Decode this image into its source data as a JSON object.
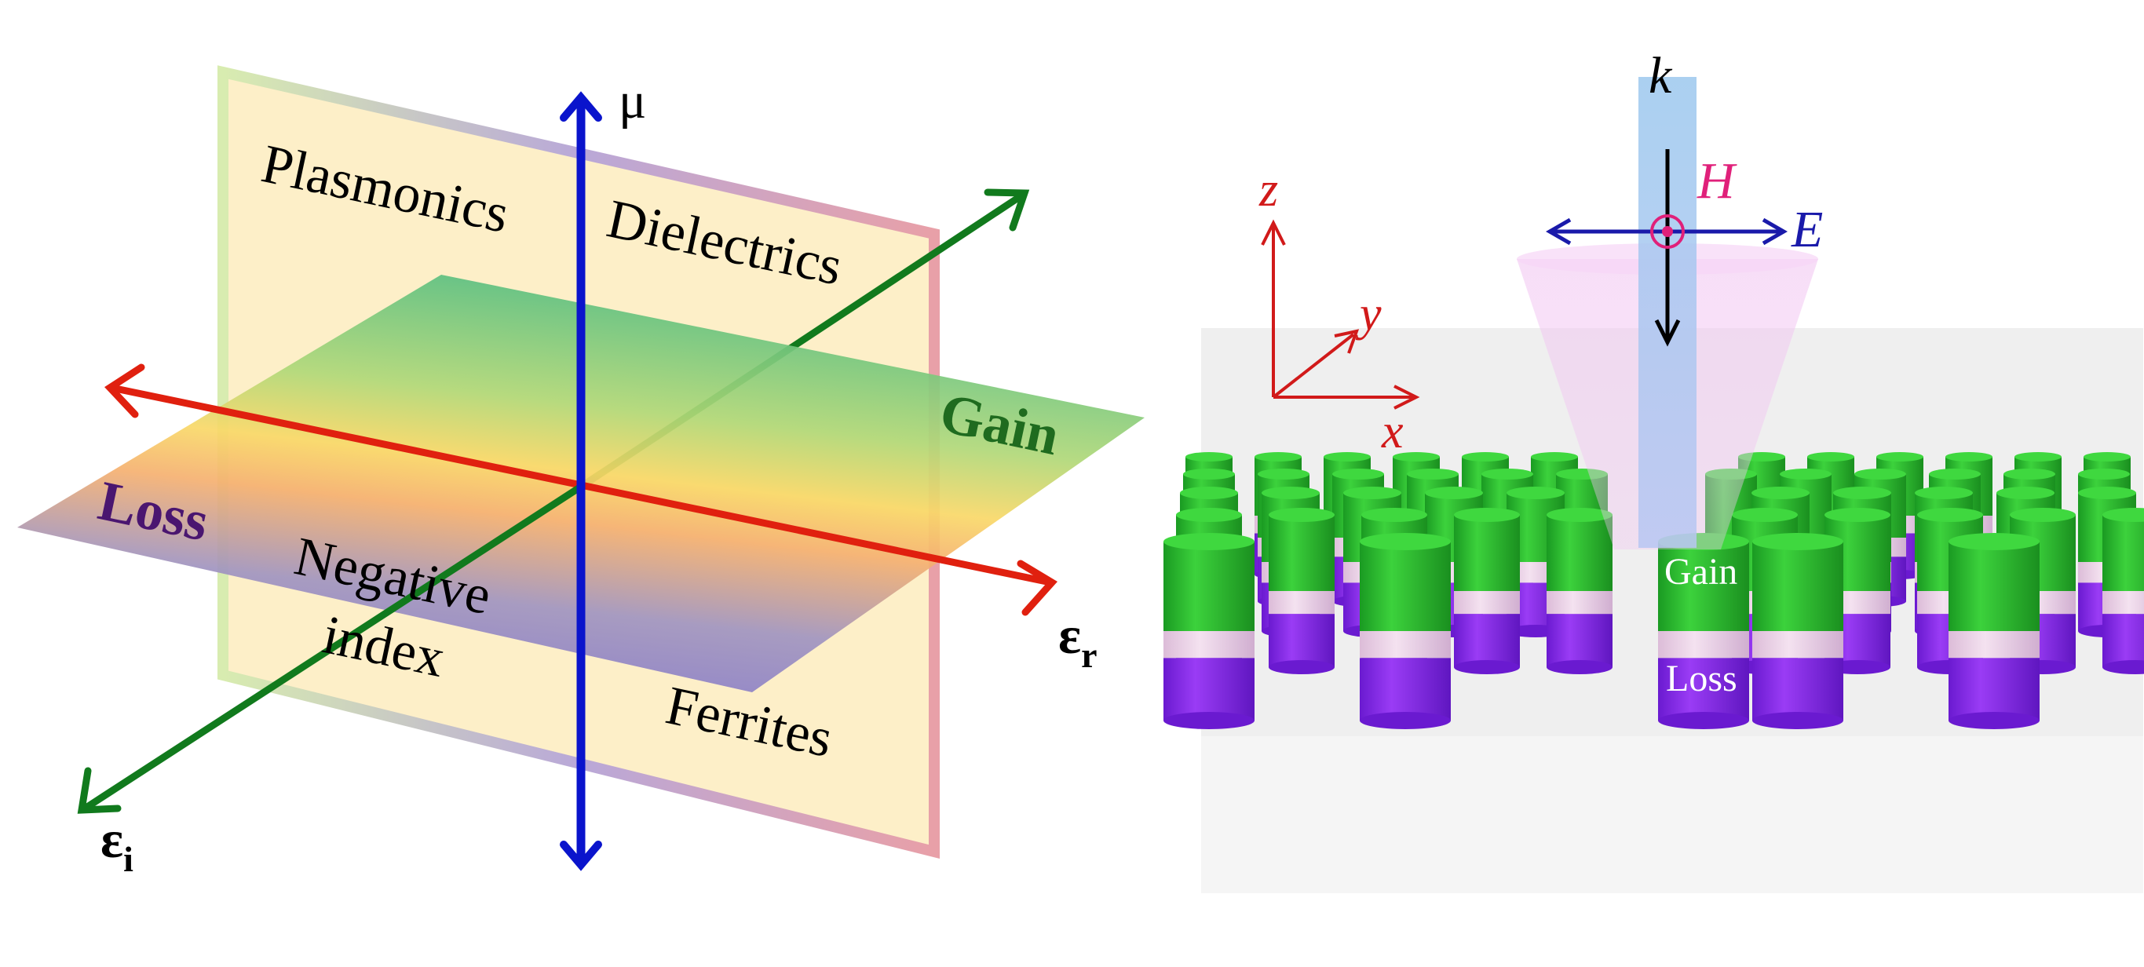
{
  "left_diagram": {
    "axes": {
      "mu": "μ",
      "epsilon_r": "ε",
      "epsilon_r_sub": "r",
      "epsilon_i": "ε",
      "epsilon_i_sub": "i"
    },
    "regions": {
      "plasmonics": "Plasmonics",
      "dielectrics": "Dielectrics",
      "negative_index_line1": "Negative",
      "negative_index_line2": "index",
      "ferrites": "Ferrites"
    },
    "plane_labels": {
      "gain": "Gain",
      "loss": "Loss"
    },
    "colors": {
      "mu_axis": "#0a14cc",
      "eps_r_axis": "#e0200f",
      "eps_i_axis": "#117a1d",
      "gain": "#1f6b1f",
      "loss": "#4a1670"
    }
  },
  "right_diagram": {
    "coordinates": {
      "z": "z",
      "y": "y",
      "x": "x"
    },
    "field": {
      "k": "k",
      "H": "H",
      "E": "E"
    },
    "pillar_labels": {
      "gain": "Gain",
      "loss": "Loss"
    },
    "colors": {
      "coords": "#d11a1a",
      "H": "#e0207a",
      "E": "#1a1aaa",
      "k": "#000000",
      "gain_pillar": "#2ecc33",
      "loss_pillar": "#8a2be2"
    }
  }
}
